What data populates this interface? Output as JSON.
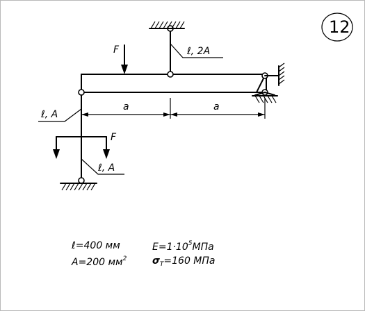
{
  "problem_number": "12",
  "labels": {
    "force_top": "F",
    "force_bottom": "F",
    "rod_top": "ℓ, 2A",
    "rod_left": "ℓ, A",
    "rod_bottom": "ℓ, A",
    "dim_left": "a",
    "dim_right": "a"
  },
  "given": {
    "length": "ℓ=400 мм",
    "area_base": "A=200 мм",
    "area_exp": "2",
    "modulus_base": "E=1·10",
    "modulus_exp": "5",
    "modulus_unit": "МПа",
    "yield_sigma": "σ",
    "yield_sub": "T",
    "yield_value": "=160 МПа"
  }
}
